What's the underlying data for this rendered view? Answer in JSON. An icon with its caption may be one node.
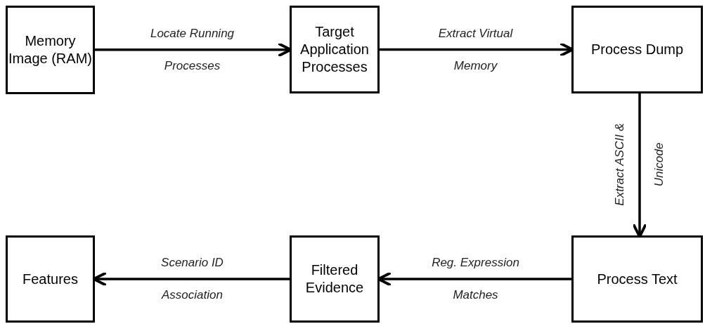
{
  "diagram": {
    "nodes": [
      {
        "text": [
          "Memory Image (RAM)"
        ]
      },
      {
        "text": [
          "Target Application Processes"
        ]
      },
      {
        "text": [
          "Process Dump"
        ]
      },
      {
        "text": [
          "Process Text"
        ]
      },
      {
        "text": [
          "Filtered Evidence"
        ]
      },
      {
        "text": [
          "Features"
        ]
      }
    ],
    "edges": [
      {
        "from": 0,
        "to": 1,
        "arrow": "to",
        "label": "Locate Running Processes"
      },
      {
        "from": 1,
        "to": 2,
        "arrow": "to",
        "label": "Extract Virtual Memory"
      },
      {
        "from": 2,
        "to": 3,
        "arrow": "to",
        "label": "Extract ASCII & Unicode"
      },
      {
        "from": 3,
        "to": 4,
        "arrow": "to",
        "label": "Reg. Expression Matches"
      },
      {
        "from": 4,
        "to": 5,
        "arrow": "to",
        "label": "Scenario ID Association"
      }
    ]
  }
}
